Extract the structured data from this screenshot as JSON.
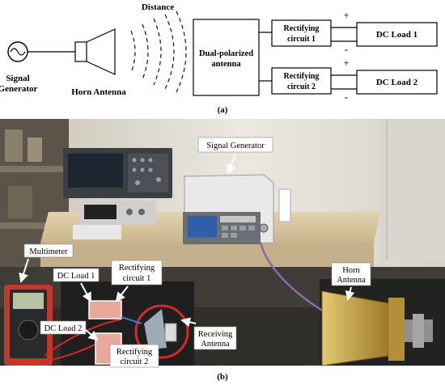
{
  "schematic": {
    "signal_generator_label_line1": "Signal",
    "signal_generator_label_line2": "Generator",
    "horn_antenna_label": "Horn Antenna",
    "distance_label": "Distance",
    "antenna_label_line1": "Dual-polarized",
    "antenna_label_line2": "antenna",
    "rect1_line1": "Rectifying",
    "rect1_line2": "circuit 1",
    "rect2_line1": "Rectifying",
    "rect2_line2": "circuit 2",
    "load1": "DC Load 1",
    "load2": "DC Load 2",
    "plus": "+",
    "minus": "-",
    "caption": "(a)"
  },
  "photo": {
    "signal_generator": "Signal Generator",
    "multimeter": "Multimeter",
    "dc_load_1": "DC Load 1",
    "dc_load_2": "DC Load 2",
    "rect1_line1": "Rectifying",
    "rect1_line2": "circuit 1",
    "rect2_line1": "Rectifying",
    "rect2_line2": "circuit 2",
    "receiving_line1": "Receiving",
    "receiving_line2": "Antenna",
    "horn_line1": "Horn",
    "horn_line2": "Antenna",
    "caption": "(b)"
  },
  "colors": {
    "wall": "#e8e4dc",
    "bench": "#d8c7a3",
    "floor": "#3a3a3a",
    "horn_gold": "#c9a64a",
    "cable_purple": "#8a6aa8",
    "circle_red": "#d62828",
    "multimeter_red": "#c0392b"
  }
}
